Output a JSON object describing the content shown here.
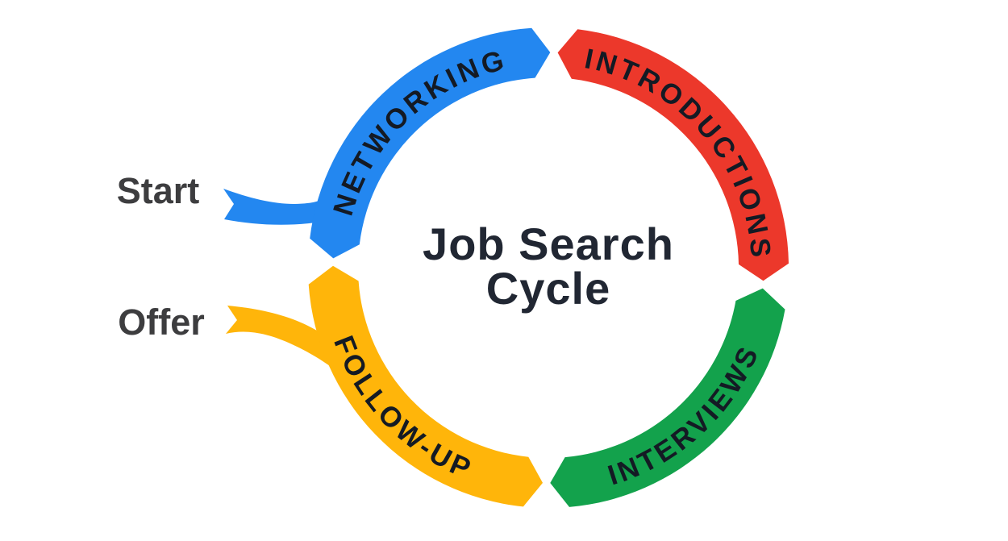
{
  "title": "Job Search Cycle",
  "background": "#ffffff",
  "center": {
    "line1": "Job Search",
    "line2": "Cycle",
    "color": "#212733"
  },
  "labels": {
    "start": "Start",
    "offer": "Offer",
    "color": "#3d3d3f"
  },
  "arc_text_color": "#141a24",
  "segments": [
    {
      "name": "networking",
      "label": "NETWORKING",
      "color": "#2387F0"
    },
    {
      "name": "introductions",
      "label": "INTRODUCTIONS",
      "color": "#EC382B"
    },
    {
      "name": "interviews",
      "label": "INTERVIEWS",
      "color": "#13A24C"
    },
    {
      "name": "follow-up",
      "label": "FOLLOW-UP",
      "color": "#FFB50A"
    }
  ]
}
